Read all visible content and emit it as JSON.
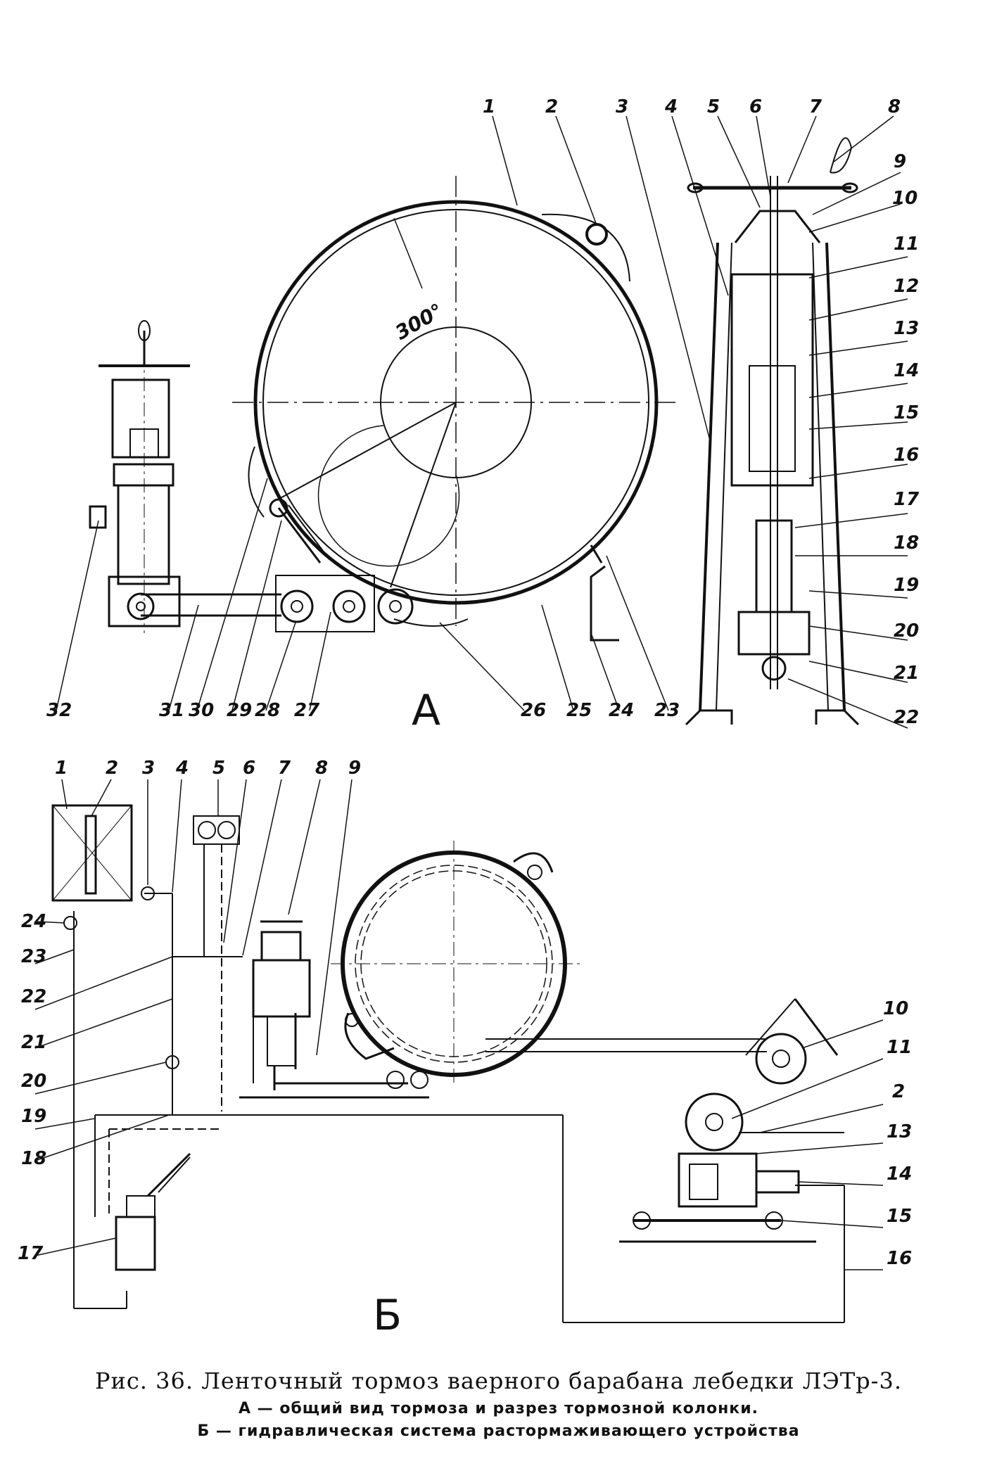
{
  "view_a": {
    "letter": "А",
    "angle_label": "300°",
    "labels": [
      "1",
      "2",
      "3",
      "4",
      "5",
      "6",
      "7",
      "8",
      "9",
      "10",
      "11",
      "12",
      "13",
      "14",
      "15",
      "16",
      "17",
      "18",
      "19",
      "20",
      "21",
      "22",
      "23",
      "24",
      "25",
      "26",
      "27",
      "28",
      "29",
      "30",
      "31",
      "32"
    ]
  },
  "view_b": {
    "letter": "Б",
    "labels": [
      "1",
      "2",
      "3",
      "4",
      "5",
      "6",
      "7",
      "8",
      "9",
      "10",
      "11",
      "2",
      "13",
      "14",
      "15",
      "16",
      "17",
      "18",
      "19",
      "20",
      "21",
      "22",
      "23",
      "24"
    ]
  },
  "caption": {
    "title": "Рис. 36. Ленточный тормоз ваерного барабана лебедки ЛЭТр-3.",
    "line_a": "А — общий вид тормоза и разрез тормозной колонки.",
    "line_b": "Б — гидравлическая система растормаживающего устройства"
  }
}
